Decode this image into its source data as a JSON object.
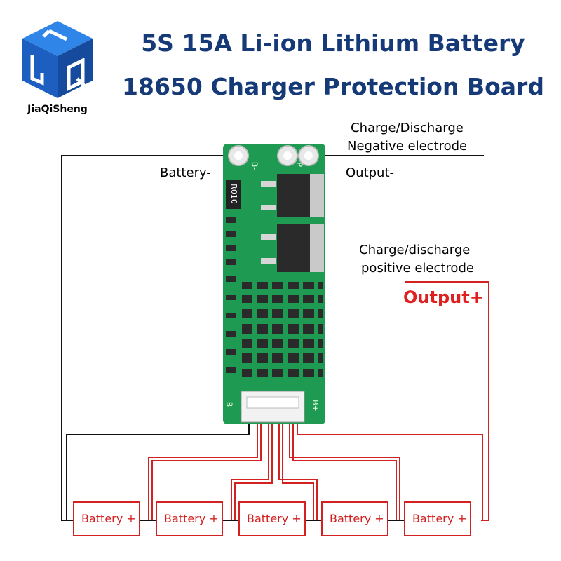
{
  "brand": {
    "name": "JiaQiSheng",
    "logo_letters": "SJQ"
  },
  "title": {
    "line1": "5S 15A Li-ion Lithium Battery",
    "line2": "18650 Charger Protection Board"
  },
  "board": {
    "pad_b_minus": "B-",
    "pad_p_minus": "P-",
    "resistor": "R010",
    "connector_left": "B-",
    "connector_right": "B+"
  },
  "labels": {
    "negative_heading_line1": "Charge/Discharge",
    "negative_heading_line2": "Negative electrode",
    "battery_minus": "Battery-",
    "output_minus": "Output-",
    "positive_heading_line1": "Charge/discharge",
    "positive_heading_line2": "positive electrode",
    "output_plus": "Output+"
  },
  "batteries": [
    {
      "label": "Battery +"
    },
    {
      "label": "Battery +"
    },
    {
      "label": "Battery +"
    },
    {
      "label": "Battery +"
    },
    {
      "label": "Battery +"
    }
  ],
  "colors": {
    "title_blue": "#163a78",
    "logo_blue": "#1f6fd6",
    "pcb_green": "#1f9a52",
    "wire_red": "#d32020",
    "output_plus_red": "#e02020"
  }
}
